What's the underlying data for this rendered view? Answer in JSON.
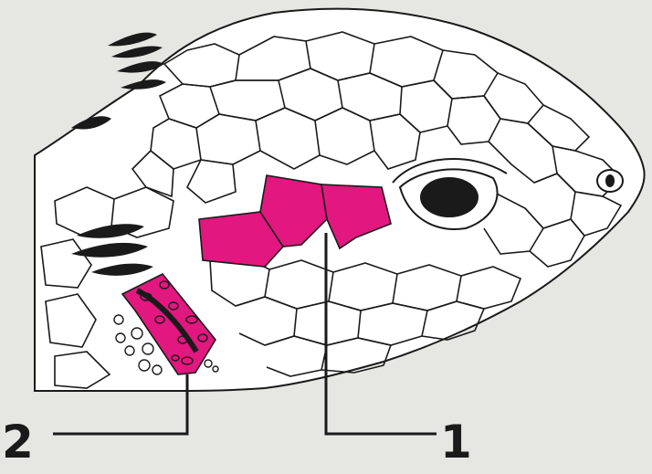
{
  "callouts": [
    {
      "number": "2",
      "target": "ear-opening-scales"
    },
    {
      "number": "1",
      "target": "temporal-scales"
    }
  ],
  "colors": {
    "background": "#e6e7e2",
    "highlight": "#e2177f",
    "outline": "#1a1a1a",
    "skin": "#ffffff",
    "dark_scales": "#1a1a1a"
  }
}
